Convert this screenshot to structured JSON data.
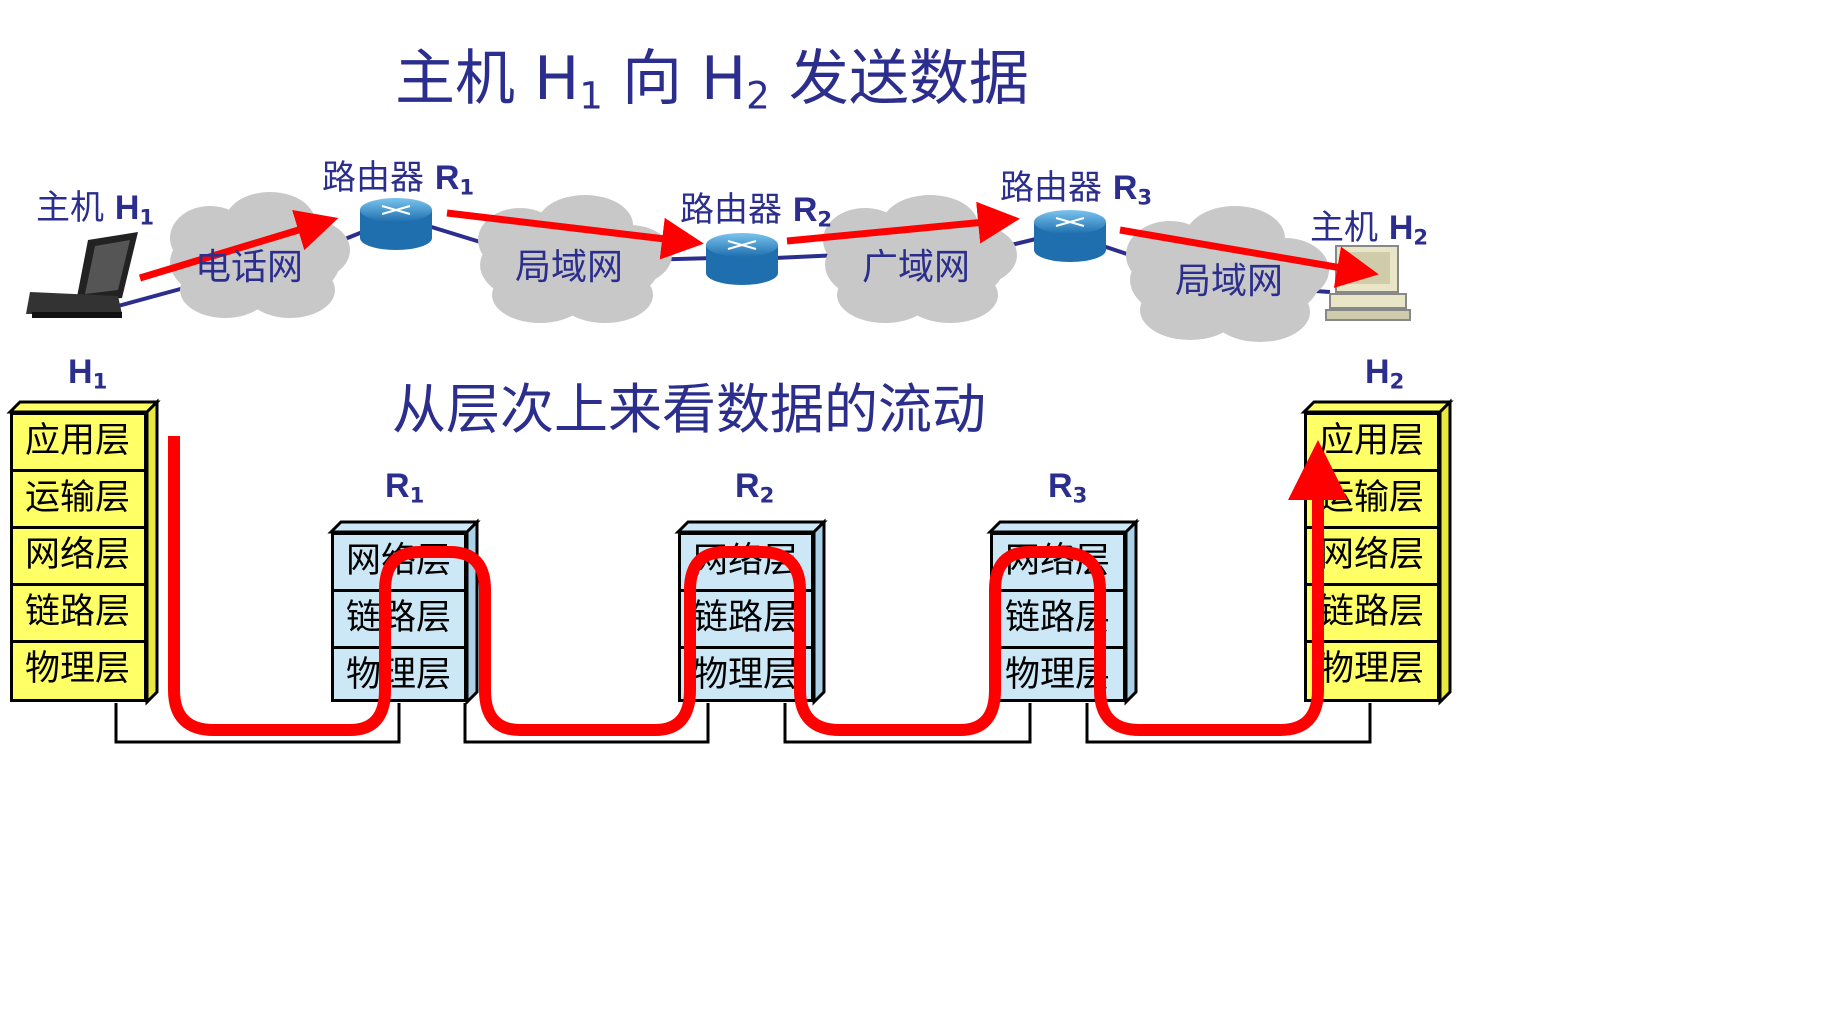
{
  "title": {
    "prefix": "主机 H",
    "sub1": "1",
    "mid": " 向 H",
    "sub2": "2",
    "suffix": " 发送数据"
  },
  "subtitle": "从层次上来看数据的流动",
  "top_nodes": {
    "host1": {
      "text": "主机 ",
      "bold": "H",
      "sub": "1"
    },
    "router1": {
      "text": "路由器 ",
      "bold": "R",
      "sub": "1"
    },
    "router2": {
      "text": "路由器 ",
      "bold": "R",
      "sub": "2"
    },
    "router3": {
      "text": "路由器 ",
      "bold": "R",
      "sub": "3"
    },
    "host2": {
      "text": "主机 ",
      "bold": "H",
      "sub": "2"
    }
  },
  "clouds": [
    "电话网",
    "局域网",
    "广域网",
    "局域网"
  ],
  "stacks": {
    "h1": {
      "bold": "H",
      "sub": "1"
    },
    "r1": {
      "bold": "R",
      "sub": "1"
    },
    "r2": {
      "bold": "R",
      "sub": "2"
    },
    "r3": {
      "bold": "R",
      "sub": "3"
    },
    "h2": {
      "bold": "H",
      "sub": "2"
    }
  },
  "host_layers": [
    "应用层",
    "运输层",
    "网络层",
    "链路层",
    "物理层"
  ],
  "router_layers": [
    "网络层",
    "链路层",
    "物理层"
  ],
  "colors": {
    "title": "#2b2e8c",
    "host_layer": "#ffff66",
    "router_layer": "#cce8f6",
    "flow": "#ff0000",
    "cloud": "#c8c8c8"
  }
}
